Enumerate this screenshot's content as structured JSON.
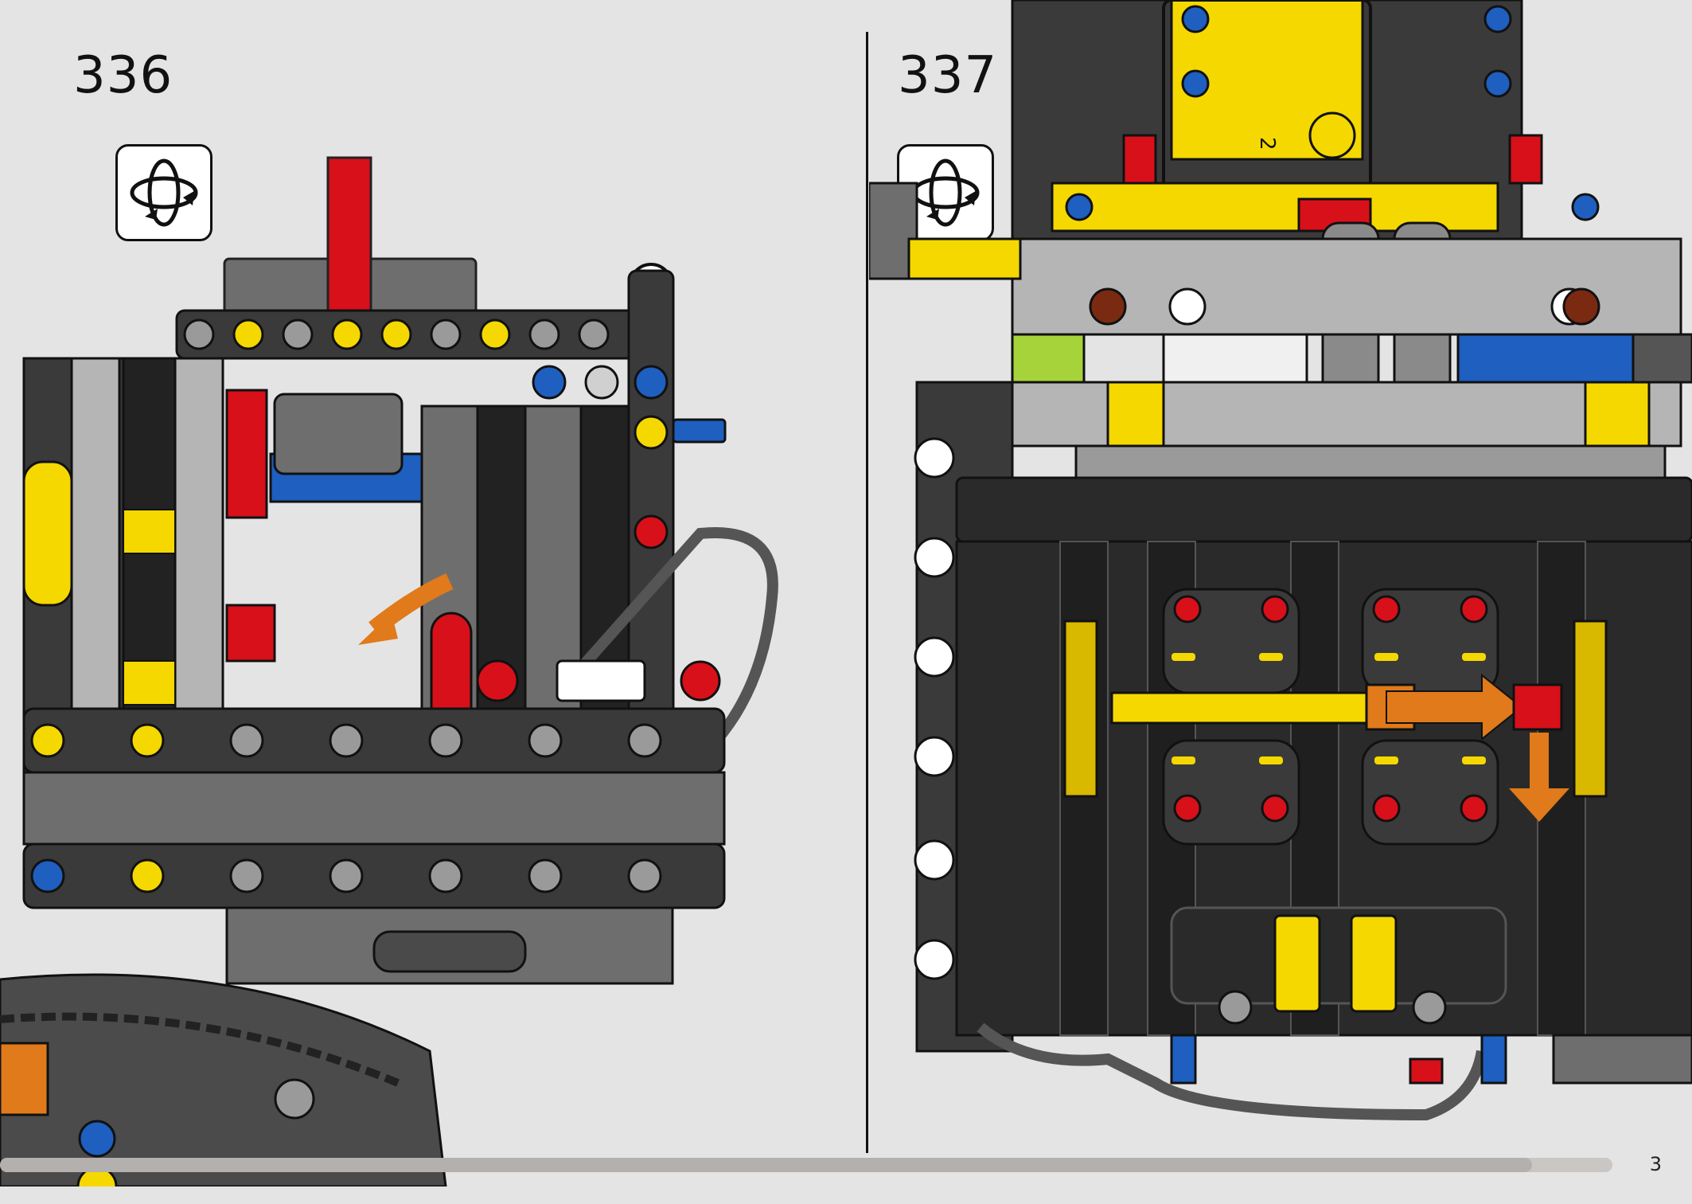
{
  "steps": [
    {
      "number": "336",
      "rotate_icon": "rotate-model-icon"
    },
    {
      "number": "337",
      "rotate_icon": "rotate-model-icon"
    }
  ],
  "page_number": "3",
  "progress": 0.95,
  "illustration_labels": {
    "gear_number": "2"
  },
  "colors": {
    "background": "#e4e4e4",
    "frame_dark": "#3a3a3a",
    "yellow": "#f5d800",
    "red": "#d8101a",
    "blue": "#1e5fc0",
    "arrow_orange": "#e07a1a"
  }
}
